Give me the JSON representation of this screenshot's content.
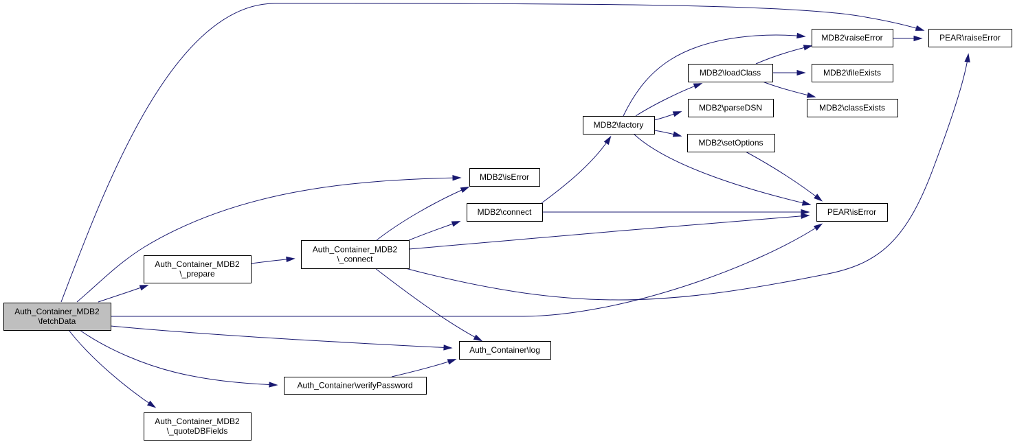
{
  "diagram": {
    "type": "call-graph",
    "colors": {
      "edge": "#191970",
      "focus_fill": "#bfbfbf",
      "node_fill": "#ffffff",
      "node_border": "#000000"
    },
    "nodes": [
      {
        "id": "fetchData",
        "lines": [
          "Auth_Container_MDB2",
          "\\fetchData"
        ],
        "focus": true
      },
      {
        "id": "prepare",
        "lines": [
          "Auth_Container_MDB2",
          "\\_prepare"
        ]
      },
      {
        "id": "quoteDBFields",
        "lines": [
          "Auth_Container_MDB2",
          "\\_quoteDBFields"
        ]
      },
      {
        "id": "connect_auth",
        "lines": [
          "Auth_Container_MDB2",
          "\\_connect"
        ]
      },
      {
        "id": "verifyPassword",
        "lines": [
          "Auth_Container\\verifyPassword"
        ]
      },
      {
        "id": "log",
        "lines": [
          "Auth_Container\\log"
        ]
      },
      {
        "id": "mdb2_isError",
        "lines": [
          "MDB2\\isError"
        ]
      },
      {
        "id": "mdb2_connect",
        "lines": [
          "MDB2\\connect"
        ]
      },
      {
        "id": "factory",
        "lines": [
          "MDB2\\factory"
        ]
      },
      {
        "id": "loadClass",
        "lines": [
          "MDB2\\loadClass"
        ]
      },
      {
        "id": "parseDSN",
        "lines": [
          "MDB2\\parseDSN"
        ]
      },
      {
        "id": "setOptions",
        "lines": [
          "MDB2\\setOptions"
        ]
      },
      {
        "id": "mdb2_raiseError",
        "lines": [
          "MDB2\\raiseError"
        ]
      },
      {
        "id": "fileExists",
        "lines": [
          "MDB2\\fileExists"
        ]
      },
      {
        "id": "classExists",
        "lines": [
          "MDB2\\classExists"
        ]
      },
      {
        "id": "pear_raiseError",
        "lines": [
          "PEAR\\raiseError"
        ]
      },
      {
        "id": "pear_isError",
        "lines": [
          "PEAR\\isError"
        ]
      }
    ],
    "edges": [
      {
        "from": "fetchData",
        "to": "prepare"
      },
      {
        "from": "fetchData",
        "to": "mdb2_isError"
      },
      {
        "from": "fetchData",
        "to": "pear_raiseError"
      },
      {
        "from": "fetchData",
        "to": "pear_isError"
      },
      {
        "from": "fetchData",
        "to": "log"
      },
      {
        "from": "fetchData",
        "to": "verifyPassword"
      },
      {
        "from": "fetchData",
        "to": "quoteDBFields"
      },
      {
        "from": "prepare",
        "to": "connect_auth"
      },
      {
        "from": "connect_auth",
        "to": "mdb2_isError"
      },
      {
        "from": "connect_auth",
        "to": "mdb2_connect"
      },
      {
        "from": "connect_auth",
        "to": "pear_isError"
      },
      {
        "from": "connect_auth",
        "to": "pear_raiseError"
      },
      {
        "from": "connect_auth",
        "to": "log"
      },
      {
        "from": "verifyPassword",
        "to": "log"
      },
      {
        "from": "mdb2_connect",
        "to": "factory"
      },
      {
        "from": "mdb2_connect",
        "to": "pear_isError"
      },
      {
        "from": "factory",
        "to": "mdb2_raiseError"
      },
      {
        "from": "factory",
        "to": "loadClass"
      },
      {
        "from": "factory",
        "to": "parseDSN"
      },
      {
        "from": "factory",
        "to": "setOptions"
      },
      {
        "from": "factory",
        "to": "pear_isError"
      },
      {
        "from": "loadClass",
        "to": "mdb2_raiseError"
      },
      {
        "from": "loadClass",
        "to": "fileExists"
      },
      {
        "from": "loadClass",
        "to": "classExists"
      },
      {
        "from": "setOptions",
        "to": "pear_isError"
      },
      {
        "from": "mdb2_raiseError",
        "to": "pear_raiseError"
      }
    ]
  }
}
